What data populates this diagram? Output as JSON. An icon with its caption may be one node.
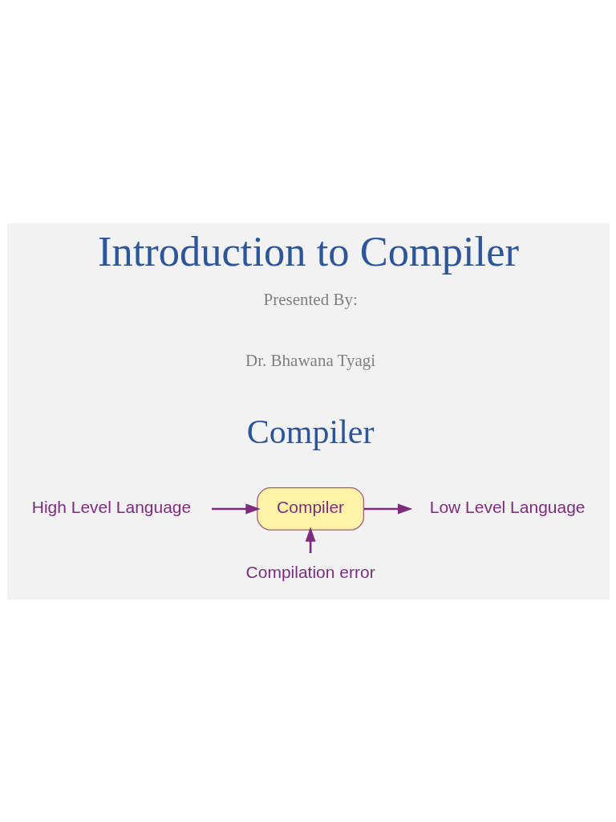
{
  "diagram": {
    "title": "Introduction to Compiler",
    "nodes": [
      {
        "text": [
          "High Level Language"
        ]
      },
      {
        "text": [
          "Compiler"
        ]
      },
      {
        "text": [
          "Low Level Language"
        ]
      },
      {
        "text": [
          "Compilation error"
        ]
      }
    ],
    "edges": [
      {
        "from": 0,
        "to": 1,
        "arrow": "to"
      },
      {
        "from": 1,
        "to": 2,
        "arrow": "to"
      },
      {
        "from": 3,
        "to": 1,
        "arrow": "to"
      }
    ],
    "labels": [
      "Presented By:",
      "Dr. Bhawana Tyagi",
      "Compiler"
    ]
  }
}
